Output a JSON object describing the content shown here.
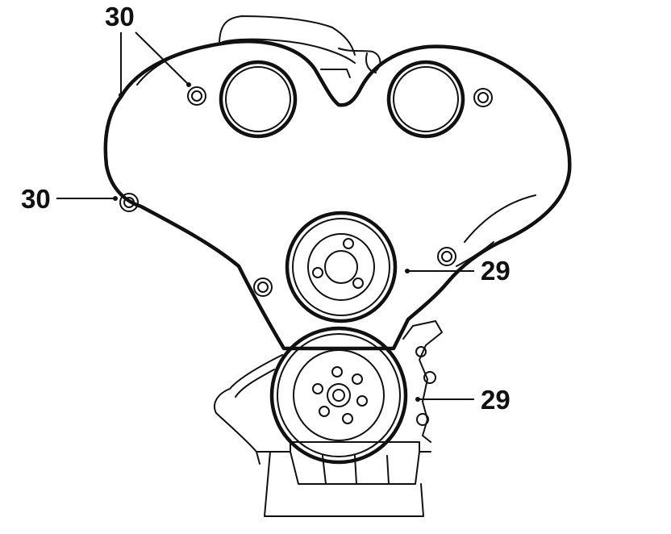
{
  "callouts": {
    "top_left": "30",
    "left": "30",
    "right_upper": "29",
    "right_lower": "29"
  },
  "colors": {
    "ink": "#111111",
    "background": "#ffffff"
  }
}
